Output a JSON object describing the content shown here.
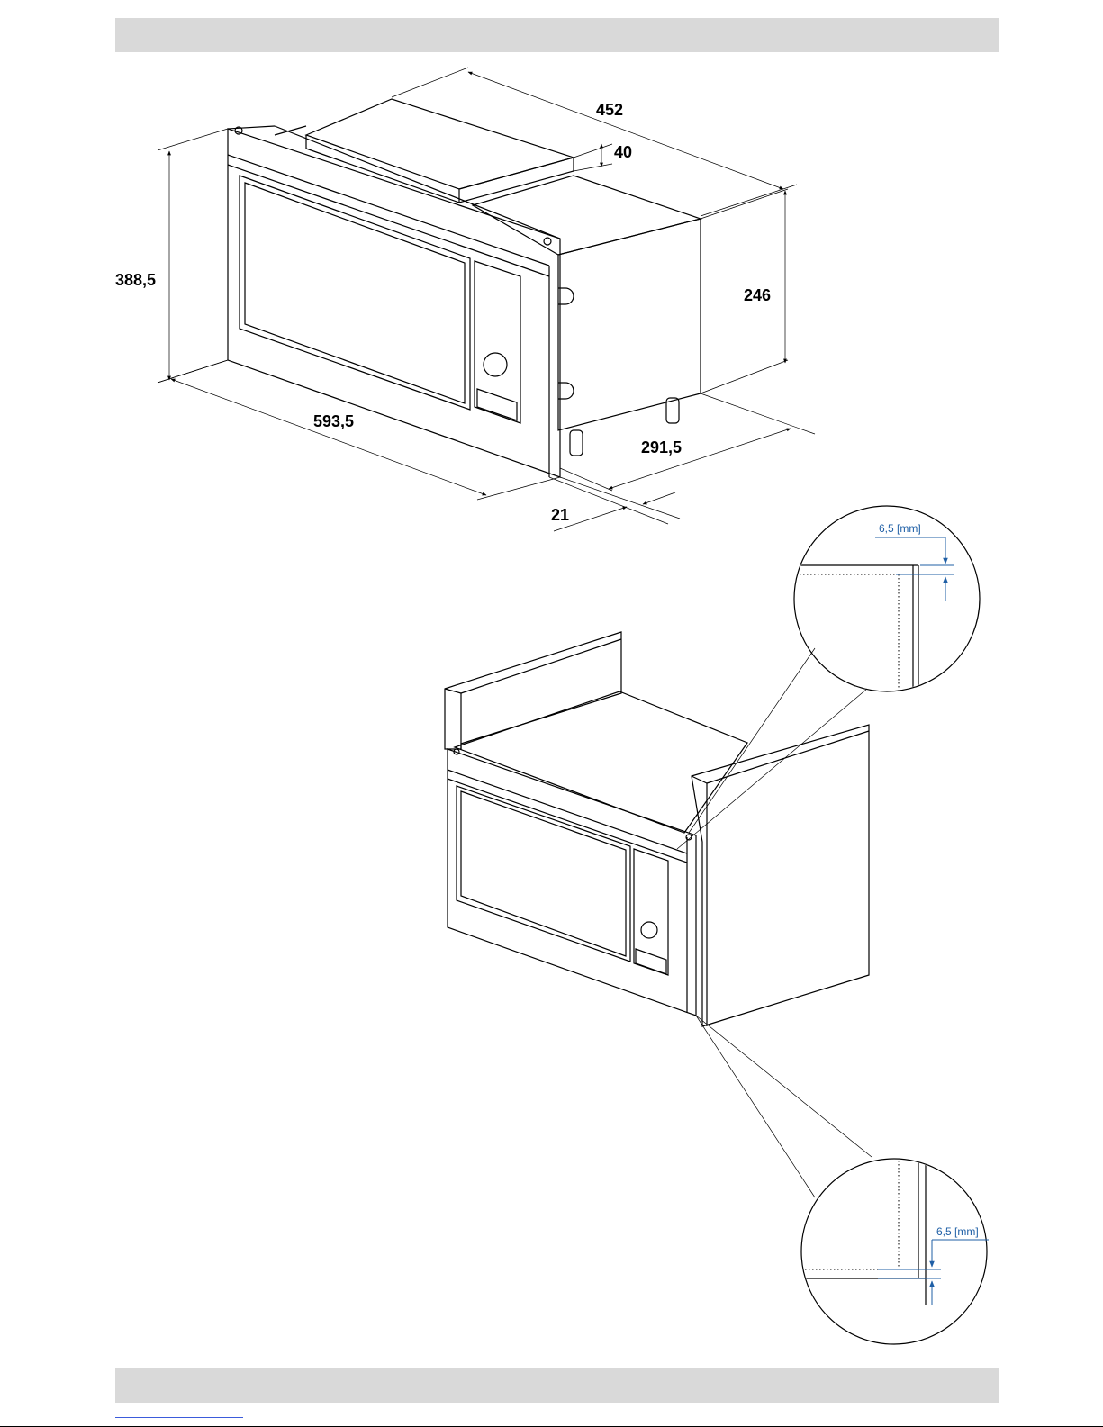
{
  "dimensions": {
    "depth_total": "452",
    "top_rail": "40",
    "height_frame": "388,5",
    "height_body": "246",
    "width_frame": "593,5",
    "width_body": "291,5",
    "frame_depth": "21"
  },
  "detail_callouts": {
    "top_gap": "6,5 [mm]",
    "bottom_gap": "6,5 [mm]"
  },
  "colors": {
    "header_bar": "#d9d9d9",
    "callout_blue": "#1f5fa6"
  }
}
